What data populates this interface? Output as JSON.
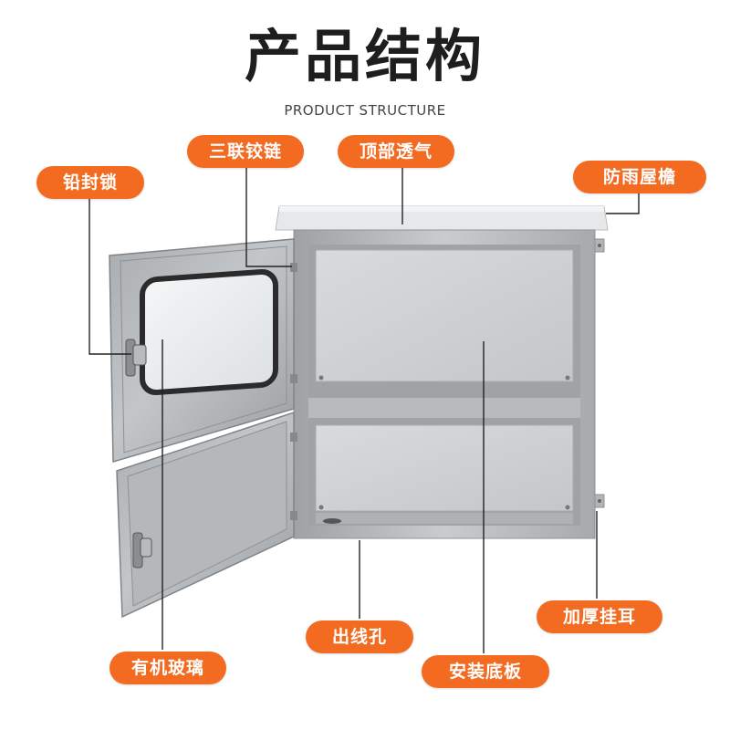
{
  "header": {
    "title": "产品结构",
    "subtitle": "PRODUCT STRUCTURE"
  },
  "callouts": {
    "seal_lock": "铅封锁",
    "triple_hinge": "三联铰链",
    "top_vent": "顶部透气",
    "rain_eave": "防雨屋檐",
    "thick_mount_ear": "加厚挂耳",
    "cable_hole": "出线孔",
    "acrylic_glass": "有机玻璃",
    "mounting_plate": "安装底板"
  },
  "colors": {
    "accent": "#f26b21",
    "steel": "#b7babd",
    "panel": "#cfd2d4"
  }
}
